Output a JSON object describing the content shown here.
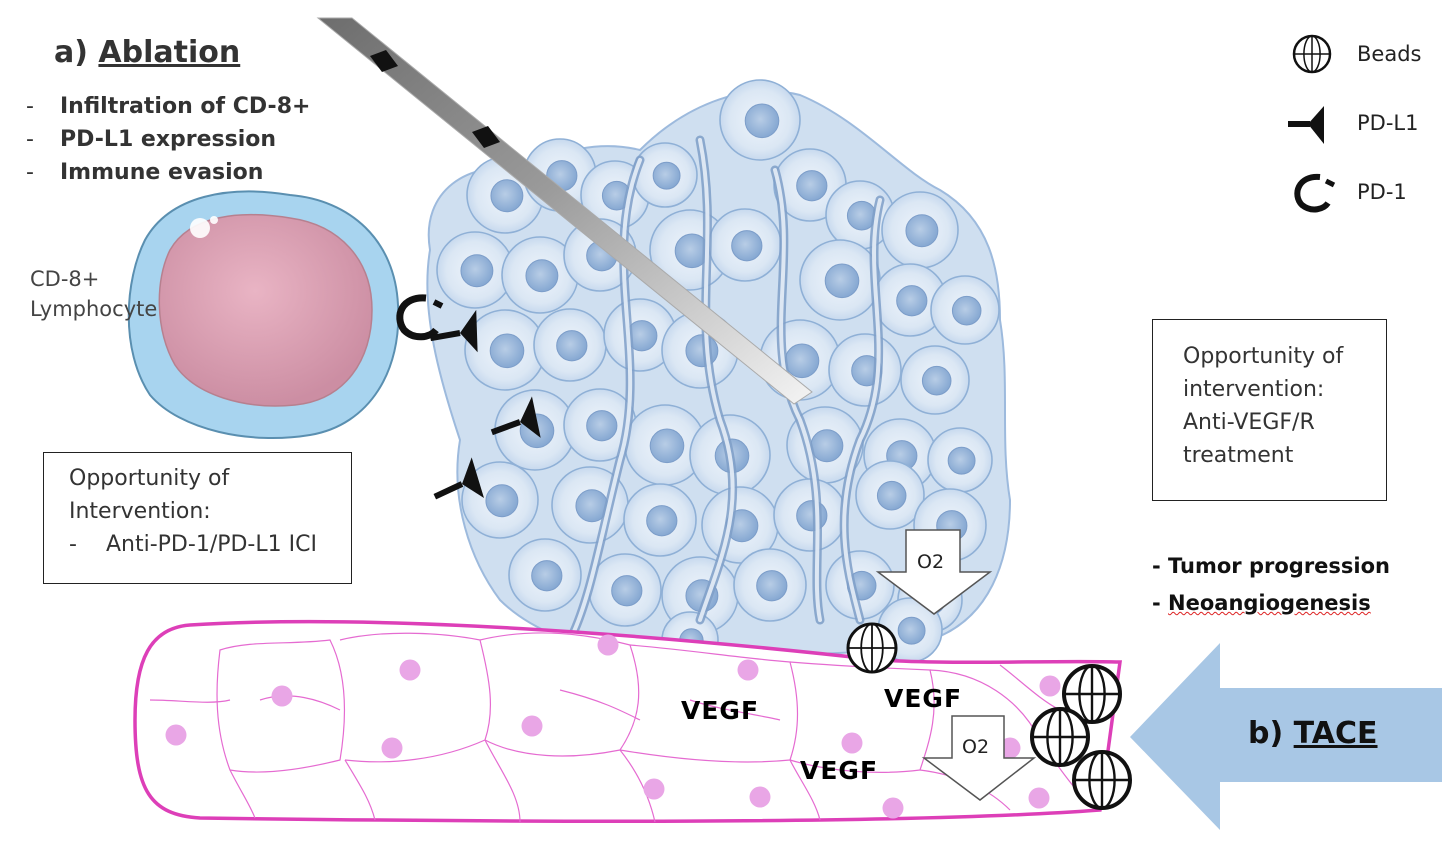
{
  "ablation": {
    "prefix": "a)",
    "title": "Ablation",
    "bullets": [
      "Infiltration of CD-8+",
      "PD-L1 expression",
      "Immune evasion"
    ],
    "bullet_marker": "-"
  },
  "cd8_label": [
    "CD-8+",
    "Lymphocyte"
  ],
  "left_box": {
    "lines": [
      "Opportunity of",
      "Intervention:"
    ],
    "bullet_marker": "-",
    "item": "Anti-PD-1/PD-L1 ICI"
  },
  "right_box": {
    "lines": [
      "Opportunity of",
      "intervention:",
      "Anti-VEGF/R",
      "treatment"
    ]
  },
  "legend": [
    {
      "icon": "beads-icon",
      "label": "Beads"
    },
    {
      "icon": "pd-l1-icon",
      "label": "PD-L1"
    },
    {
      "icon": "pd-1-icon",
      "label": "PD-1"
    }
  ],
  "progression": {
    "marker": "-",
    "items": [
      "Tumor progression",
      "Neoangiogenesis"
    ]
  },
  "vessel_labels": {
    "vegf": [
      "VEGF",
      "VEGF",
      "VEGF"
    ],
    "o2": [
      "O2",
      "O2"
    ]
  },
  "tace": {
    "prefix": "b)",
    "title": "TACE"
  },
  "colors": {
    "tumor_cell_fill": "#dce8f5",
    "tumor_cell_stroke": "#8fb0d6",
    "nucleus": "#9fbbdd",
    "vessel": "#e040c0",
    "vessel_dot": "#e9a6e6",
    "lymphocyte_outer": "#a9d4ef",
    "lymphocyte_nucleus": "#dea5b7",
    "tace_arrow": "#a8c7e5",
    "needle_dark": "#777777",
    "needle_light": "#f0f0f0"
  }
}
